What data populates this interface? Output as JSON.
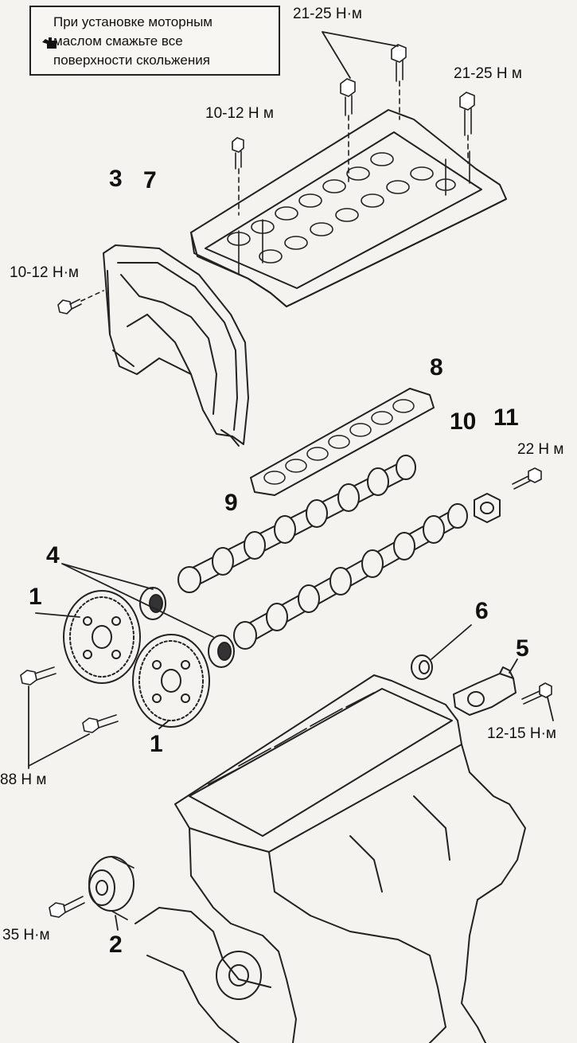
{
  "note": {
    "icon": "oil-can-icon",
    "lines": [
      "При установке моторным",
      "маслом смажьте все",
      "поверхности скольжения"
    ]
  },
  "part_labels": [
    "1",
    "1",
    "2",
    "3",
    "4",
    "5",
    "6",
    "7",
    "8",
    "9",
    "10",
    "11"
  ],
  "torque_labels": [
    "21-25 Н·м",
    "21-25 Н м",
    "10-12 Н м",
    "10-12 Н·м",
    "22 Н м",
    "12-15 Н·м",
    "88 Н м",
    "35 Н·м"
  ]
}
